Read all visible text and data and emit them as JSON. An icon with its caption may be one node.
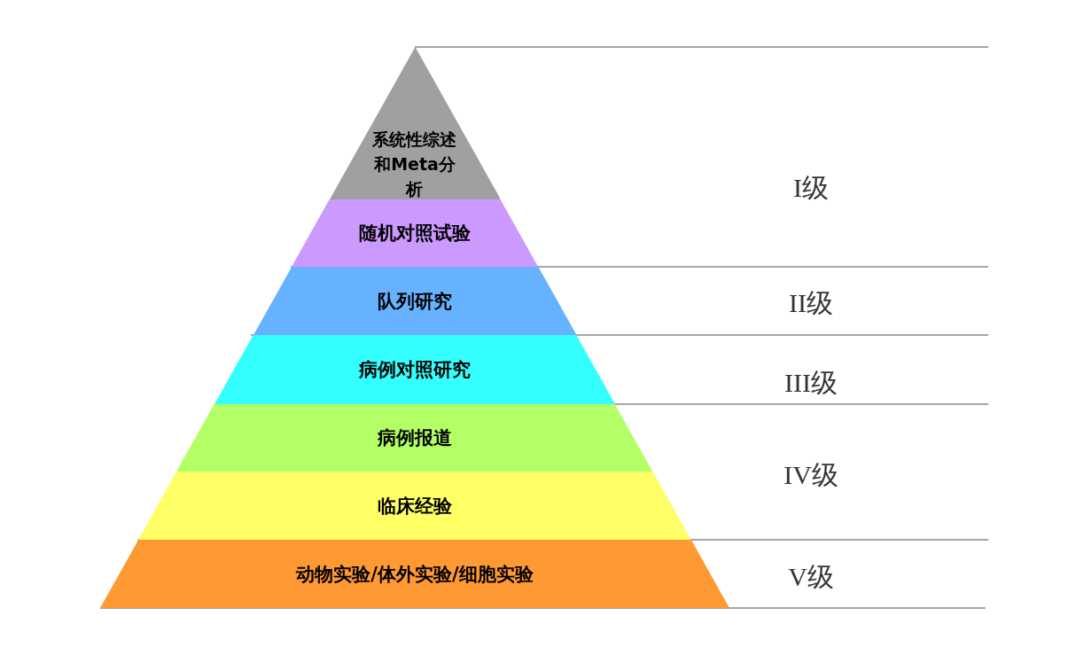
{
  "diagram": {
    "nodes": [
      {
        "text": [
          "系统性综述和Meta分析"
        ]
      },
      {
        "text": [
          "随机对照试验"
        ]
      },
      {
        "text": [
          "队列研究"
        ]
      },
      {
        "text": [
          "病例对照研究"
        ]
      },
      {
        "text": [
          "病例报道"
        ]
      },
      {
        "text": [
          "临床经验"
        ]
      },
      {
        "text": [
          "动物实验/体外实验/细胞实验"
        ]
      }
    ],
    "edges": [],
    "labels": [
      "I级",
      "II级",
      "III级",
      "IV级",
      "V级"
    ]
  }
}
